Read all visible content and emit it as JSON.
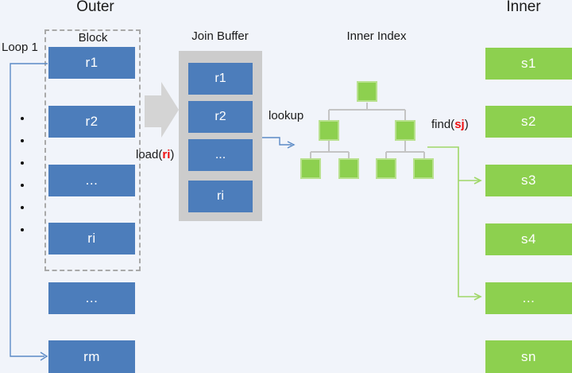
{
  "titles": {
    "outer": "Outer",
    "inner": "Inner",
    "block": "Block",
    "join_buffer": "Join Buffer",
    "inner_index": "Inner Index"
  },
  "labels": {
    "loop": "Loop 1",
    "load": {
      "prefix": "load(",
      "arg": "ri",
      "suffix": ")"
    },
    "lookup": "lookup",
    "find": {
      "prefix": "find(",
      "arg": "sj",
      "suffix": ")"
    }
  },
  "outer_column": {
    "block_rows": [
      "r1",
      "r2",
      "...",
      "ri"
    ],
    "below_rows": [
      "...",
      "rm"
    ]
  },
  "join_buffer_rows": [
    "r1",
    "r2",
    "...",
    "ri"
  ],
  "inner_column_rows": [
    "s1",
    "s2",
    "s3",
    "s4",
    "...",
    "sn"
  ],
  "colors": {
    "bg": "#f1f4fa",
    "box-blue": "#4c7dbb",
    "box-green": "#8dd04f",
    "tree-green-border": "#b8e18e",
    "buffer-gray": "#cccccc",
    "arrow-gray": "#d4d4d4",
    "dash-gray": "#a9a9a9",
    "connector-gray": "#c4c4c4",
    "line-blue": "#5b8ac6",
    "line-green": "#a0d768",
    "text-dark": "#1a1a1a",
    "accent-red": "#ee1111"
  }
}
